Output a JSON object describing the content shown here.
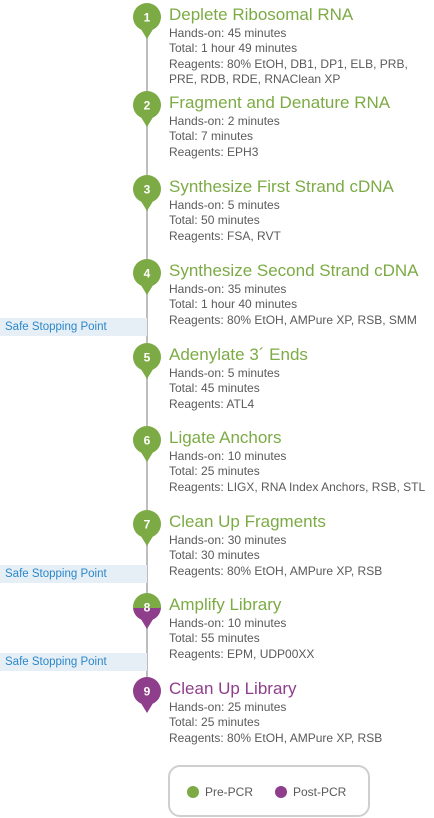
{
  "colors": {
    "green": "#7cab45",
    "purple": "#8f3e8c",
    "line": "#bdbdbd",
    "safe_bg": "#e6eef6",
    "safe_text": "#2b88c9"
  },
  "steps": [
    {
      "number": "1",
      "title": "Deplete Ribosomal RNA",
      "phase": "pre",
      "details": [
        "Hands-on: 45 minutes",
        "Total: 1 hour 49 minutes",
        "Reagents: 80% EtOH, DB1, DP1, ELB, PRB,",
        "PRE, RDB, RDE, RNAClean XP"
      ]
    },
    {
      "number": "2",
      "title": "Fragment and Denature RNA",
      "phase": "pre",
      "details": [
        "Hands-on: 2 minutes",
        "Total: 7 minutes",
        "Reagents: EPH3"
      ]
    },
    {
      "number": "3",
      "title": "Synthesize First Strand cDNA",
      "phase": "pre",
      "details": [
        "Hands-on: 5 minutes",
        "Total: 50 minutes",
        "Reagents: FSA, RVT"
      ]
    },
    {
      "number": "4",
      "title": "Synthesize Second Strand cDNA",
      "phase": "pre",
      "details": [
        "Hands-on: 35 minutes",
        "Total: 1 hour 40 minutes",
        "Reagents: 80% EtOH, AMPure XP, RSB, SMM"
      ]
    },
    {
      "number": "5",
      "title": "Adenylate 3´ Ends",
      "phase": "pre",
      "details": [
        "Hands-on: 5 minutes",
        "Total: 45 minutes",
        "Reagents: ATL4"
      ]
    },
    {
      "number": "6",
      "title": "Ligate Anchors",
      "phase": "pre",
      "details": [
        "Hands-on: 10 minutes",
        "Total: 25 minutes",
        "Reagents: LIGX, RNA Index Anchors, RSB, STL"
      ]
    },
    {
      "number": "7",
      "title": "Clean Up Fragments",
      "phase": "pre",
      "details": [
        "Hands-on: 30 minutes",
        "Total: 30 minutes",
        "Reagents: 80% EtOH, AMPure XP, RSB"
      ]
    },
    {
      "number": "8",
      "title": "Amplify Library",
      "phase": "both",
      "details": [
        "Hands-on: 10 minutes",
        "Total: 55 minutes",
        "Reagents: EPM, UDP00XX"
      ]
    },
    {
      "number": "9",
      "title": "Clean Up Library",
      "phase": "post",
      "details": [
        "Hands-on: 25 minutes",
        "Total: 25 minutes",
        "Reagents: 80% EtOH, AMPure XP, RSB"
      ]
    }
  ],
  "safe_stopping_points": [
    {
      "label": "Safe Stopping Point"
    },
    {
      "label": "Safe Stopping Point"
    },
    {
      "label": "Safe Stopping Point"
    }
  ],
  "legend": {
    "pre_label": "Pre-PCR",
    "post_label": "Post-PCR"
  }
}
